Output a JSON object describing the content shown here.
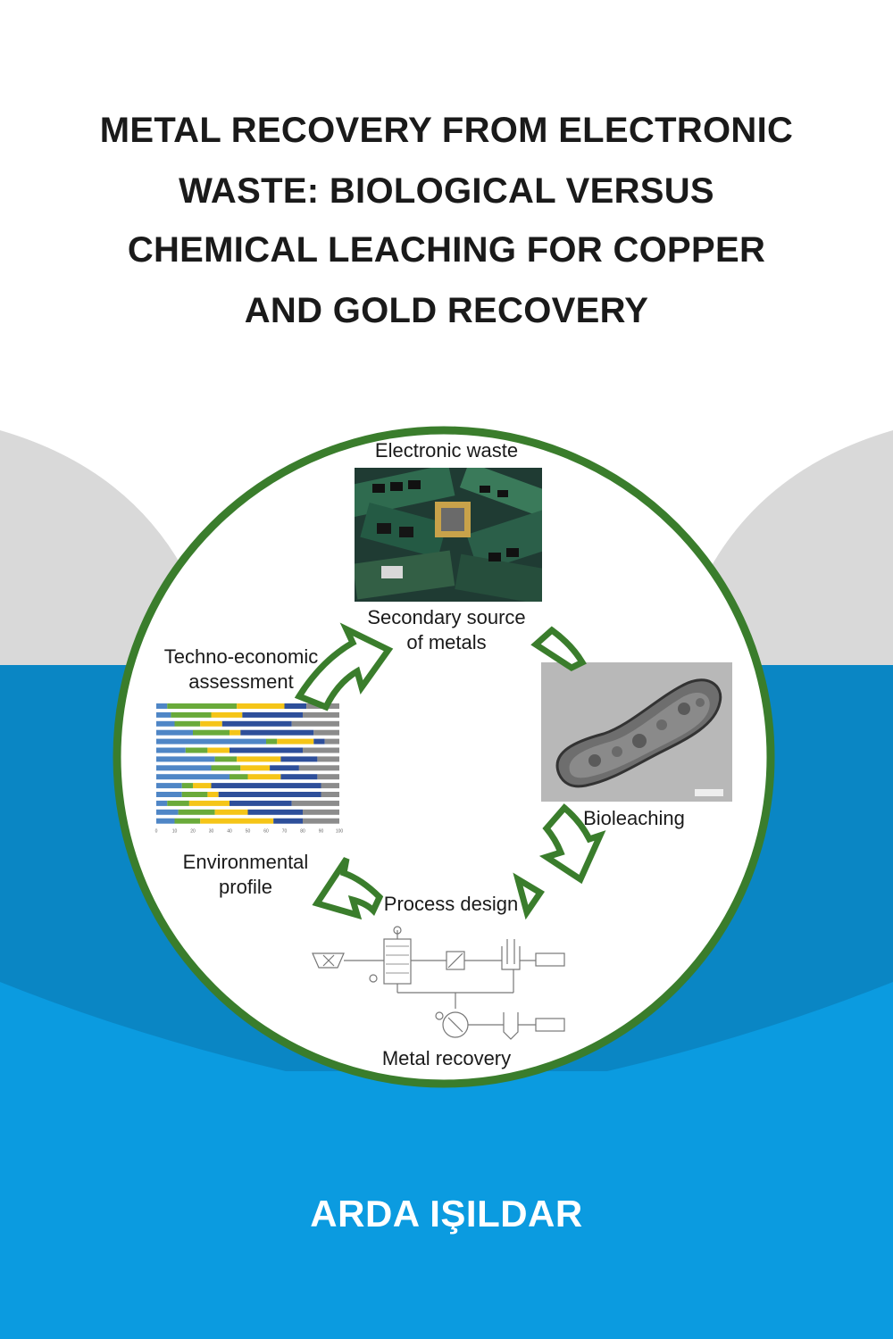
{
  "cover": {
    "title_lines": [
      "METAL RECOVERY FROM ELECTRONIC",
      "WASTE: BIOLOGICAL VERSUS",
      "CHEMICAL LEACHING FOR COPPER",
      "AND GOLD RECOVERY"
    ],
    "author": "ARDA IŞILDAR"
  },
  "diagram": {
    "labels": {
      "electronic_waste": "Electronic waste",
      "secondary_source_1": "Secondary source",
      "secondary_source_2": "of metals",
      "techno_1": "Techno-economic",
      "techno_2": "assessment",
      "bioleaching": "Bioleaching",
      "environmental_1": "Environmental",
      "environmental_2": "profile",
      "process_design": "Process design",
      "metal_recovery": "Metal recovery"
    },
    "chart_axis_ticks": [
      "0",
      "10",
      "20",
      "30",
      "40",
      "50",
      "60",
      "70",
      "80",
      "90",
      "100"
    ]
  },
  "colors": {
    "circle_green": "#3a7d2c",
    "blue_dark": "#0a86c4",
    "blue_light": "#0b9be0",
    "gray": "#d9d9d9",
    "bar_blue": "#4f86c6",
    "bar_green": "#6aaa3a",
    "bar_yellow": "#f5c518",
    "bar_navy": "#2e4f9a",
    "bar_gray": "#8c8c8c"
  }
}
